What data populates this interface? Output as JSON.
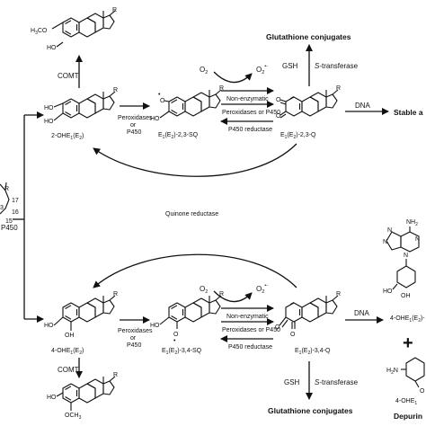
{
  "labels": {
    "comt_top": "COMT",
    "comt_bottom": "COMT",
    "p450": "P450",
    "quinone_reductase": "Quinone reductase",
    "o2_top": "O",
    "o2_top_sub": "2",
    "o2_radical_top": "O",
    "o2_radical_top_sub": "2",
    "o2_radical_top_sup": "•-",
    "o2_bottom": "O",
    "o2_bottom_sub": "2",
    "o2_radical_bottom": "O",
    "o2_radical_bottom_sub": "2",
    "o2_radical_bottom_sup": "•-",
    "non_enzymatic_top": "Non-enzymatic",
    "non_enzymatic_bottom": "Non-enzymatic",
    "perox_p450_top": "Peroxidases or P450",
    "perox_p450_bottom": "Peroxidases or P450",
    "p450_reductase_top": "P450 reductase",
    "p450_reductase_bottom": "P450 reductase",
    "peroxidases_top_1": "Peroxidases",
    "peroxidases_top_2": "or",
    "peroxidases_top_3": "P450",
    "peroxidases_bottom_1": "Peroxidases",
    "peroxidases_bottom_2": "or",
    "peroxidases_bottom_3": "P450",
    "gsh_top": "GSH",
    "s_transferase_top_s": "S",
    "s_transferase_top": "-transferase",
    "gsh_bottom": "GSH",
    "s_transferase_bottom_s": "S",
    "s_transferase_bottom": "-transferase",
    "glut_top": "Glutathione conjugates",
    "glut_bottom": "Glutathione conjugates",
    "dna_top": "DNA",
    "dna_bottom": "DNA",
    "stable_adducts": "Stable a",
    "depurin": "Depurin",
    "plus": "+",
    "ring_17": "17",
    "ring_16": "16",
    "ring_15": "15",
    "ring_3": "3",
    "ring_r": "R"
  },
  "compounds": {
    "ohe2_top": {
      "name": "2-OHE",
      "sub": "1",
      "paren": "(E",
      "sub2": "2",
      "close": ")"
    },
    "sq_top": {
      "name": "E",
      "sub": "1",
      "paren": "(E",
      "sub2": "2",
      "close": ")-2,3-SQ"
    },
    "q_top": {
      "name": "E",
      "sub": "1",
      "paren": "(E",
      "sub2": "2",
      "close": ")-2,3-Q"
    },
    "ohe4_bottom": {
      "name": "4-OHE",
      "sub": "1",
      "paren": "(E",
      "sub2": "2",
      "close": ")"
    },
    "sq_bottom": {
      "name": "E",
      "sub": "1",
      "paren": "(E",
      "sub2": "2",
      "close": ")-3,4-SQ"
    },
    "q_bottom": {
      "name": "E",
      "sub": "1",
      "paren": "(E",
      "sub2": "2",
      "close": ")-3,4-Q"
    },
    "adduct_label": {
      "name": "4-OHE",
      "sub": "1",
      "paren": "(E",
      "sub2": "2",
      "close": ")-"
    }
  },
  "atoms": {
    "h3co": "H",
    "h3co_sub": "3",
    "h3co_end": "CO",
    "ho": "HO",
    "oh": "OH",
    "och3": "OCH",
    "och3_sub": "3",
    "o": "O",
    "o_rad": "O",
    "rad": "•",
    "minus": "-",
    "nh2": "NH",
    "nh2_sub": "2",
    "h2n": "H",
    "h2n_sub": "2",
    "h2n_end": "N",
    "n": "N",
    "r": "R"
  }
}
